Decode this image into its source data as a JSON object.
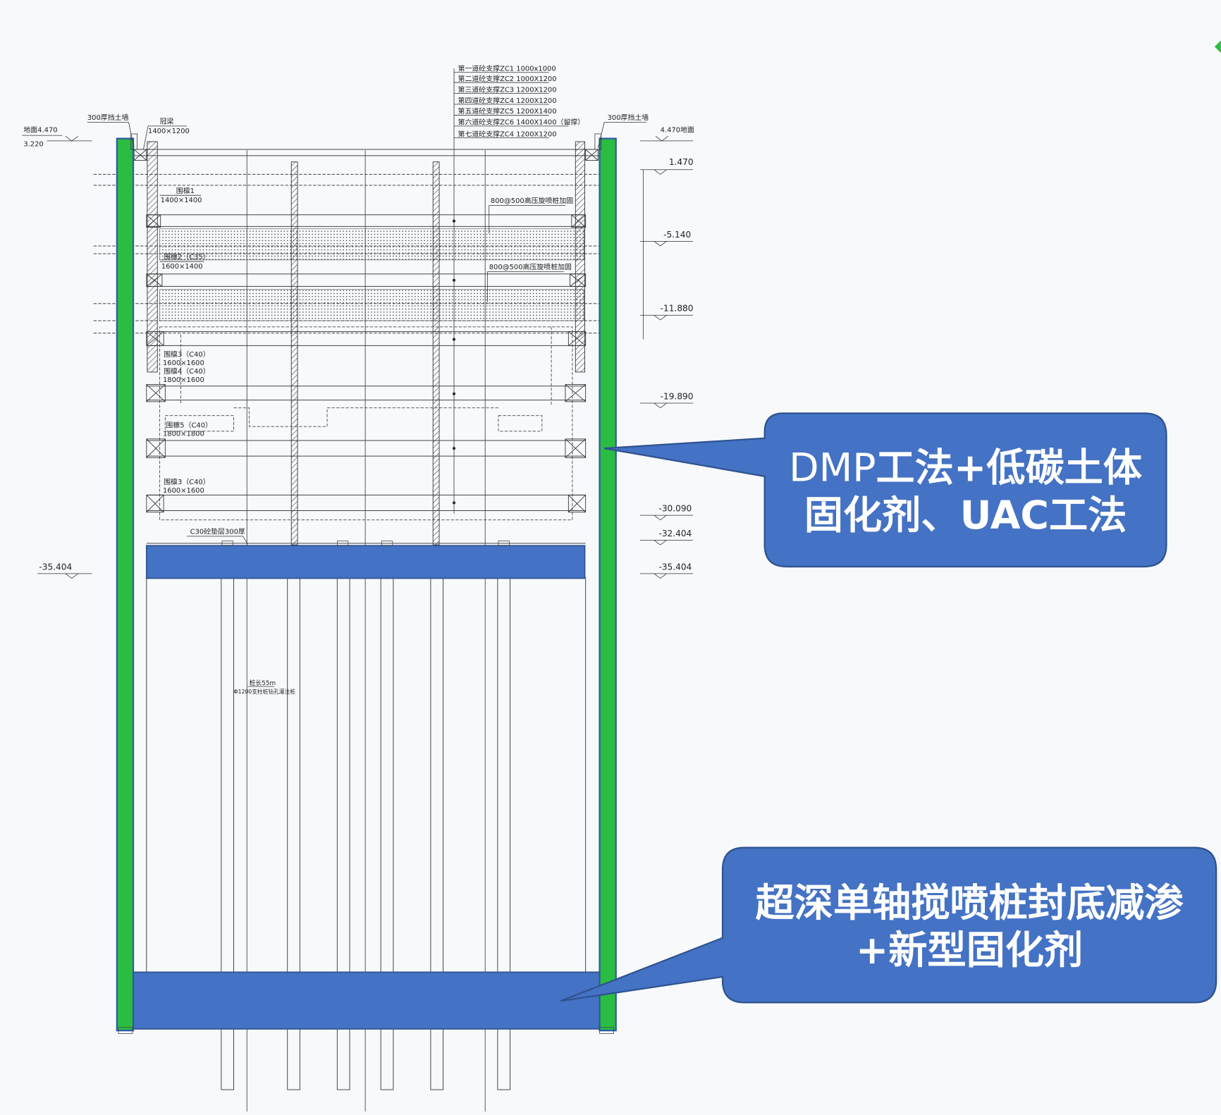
{
  "drawing": {
    "support_list": [
      "第一道砼支撑ZC1 1000x1000",
      "第二道砼支撑ZC2 1000X1200",
      "第三道砼支撑ZC3 1200X1200",
      "第四道砼支撑ZC4 1200X1200",
      "第五道砼支撑ZC5 1200X1400",
      "第六道砼支撑ZC6 1400X1400（留撑）",
      "第七道砼支撑ZC4 1200X1200"
    ],
    "left_top": {
      "ground_label": "地面4.470",
      "ground_sub": "3.220",
      "retaining_wall": "300厚挡土墙",
      "cap_beam_name": "冠梁",
      "cap_beam_size": "1400×1200"
    },
    "right_top": {
      "retaining_wall": "300厚挡土墙",
      "ground_label": "4.470地面"
    },
    "right_elevations": [
      "1.470",
      "-5.140",
      "-11.880",
      "-19.890",
      "-30.090",
      "-32.404",
      "-35.404"
    ],
    "left_elevation": "-35.404",
    "purlins": [
      {
        "name": "围檩1",
        "size": "1400×1400"
      },
      {
        "name": "围檩2（C35）",
        "size": "1600×1400"
      },
      {
        "name": "围檩3（C40）",
        "size": "1600×1600"
      },
      {
        "name": "围檩4（C40）",
        "size": "1800×1600"
      },
      {
        "name": "围檩5（C40）",
        "size": "1800×1800"
      },
      {
        "name": "围檩3（C40）",
        "size": "1600×1600"
      }
    ],
    "reinforcement_1": "800@500高压旋喷桩加固",
    "reinforcement_2": "800@500高压旋喷桩加固",
    "cushion": "C30砼垫层300厚",
    "pile_note_1": "桩长55m",
    "pile_note_2": "Φ1200支柱桩钻孔灌注桩"
  },
  "callouts": {
    "upper": {
      "line1_a": "DMP",
      "line1_b": "工法+低碳土体",
      "line2": "固化剂、UAC工法"
    },
    "lower": {
      "line1": "超深单轴搅喷桩封底减渗",
      "line2": "+新型固化剂"
    }
  },
  "colors": {
    "wall_green": "#2bbd42",
    "wall_outline": "#2b5aa8",
    "slab_blue": "#4472c4",
    "callout_blue": "#4472c4",
    "callout_border": "#2f528f",
    "line": "#333333"
  }
}
